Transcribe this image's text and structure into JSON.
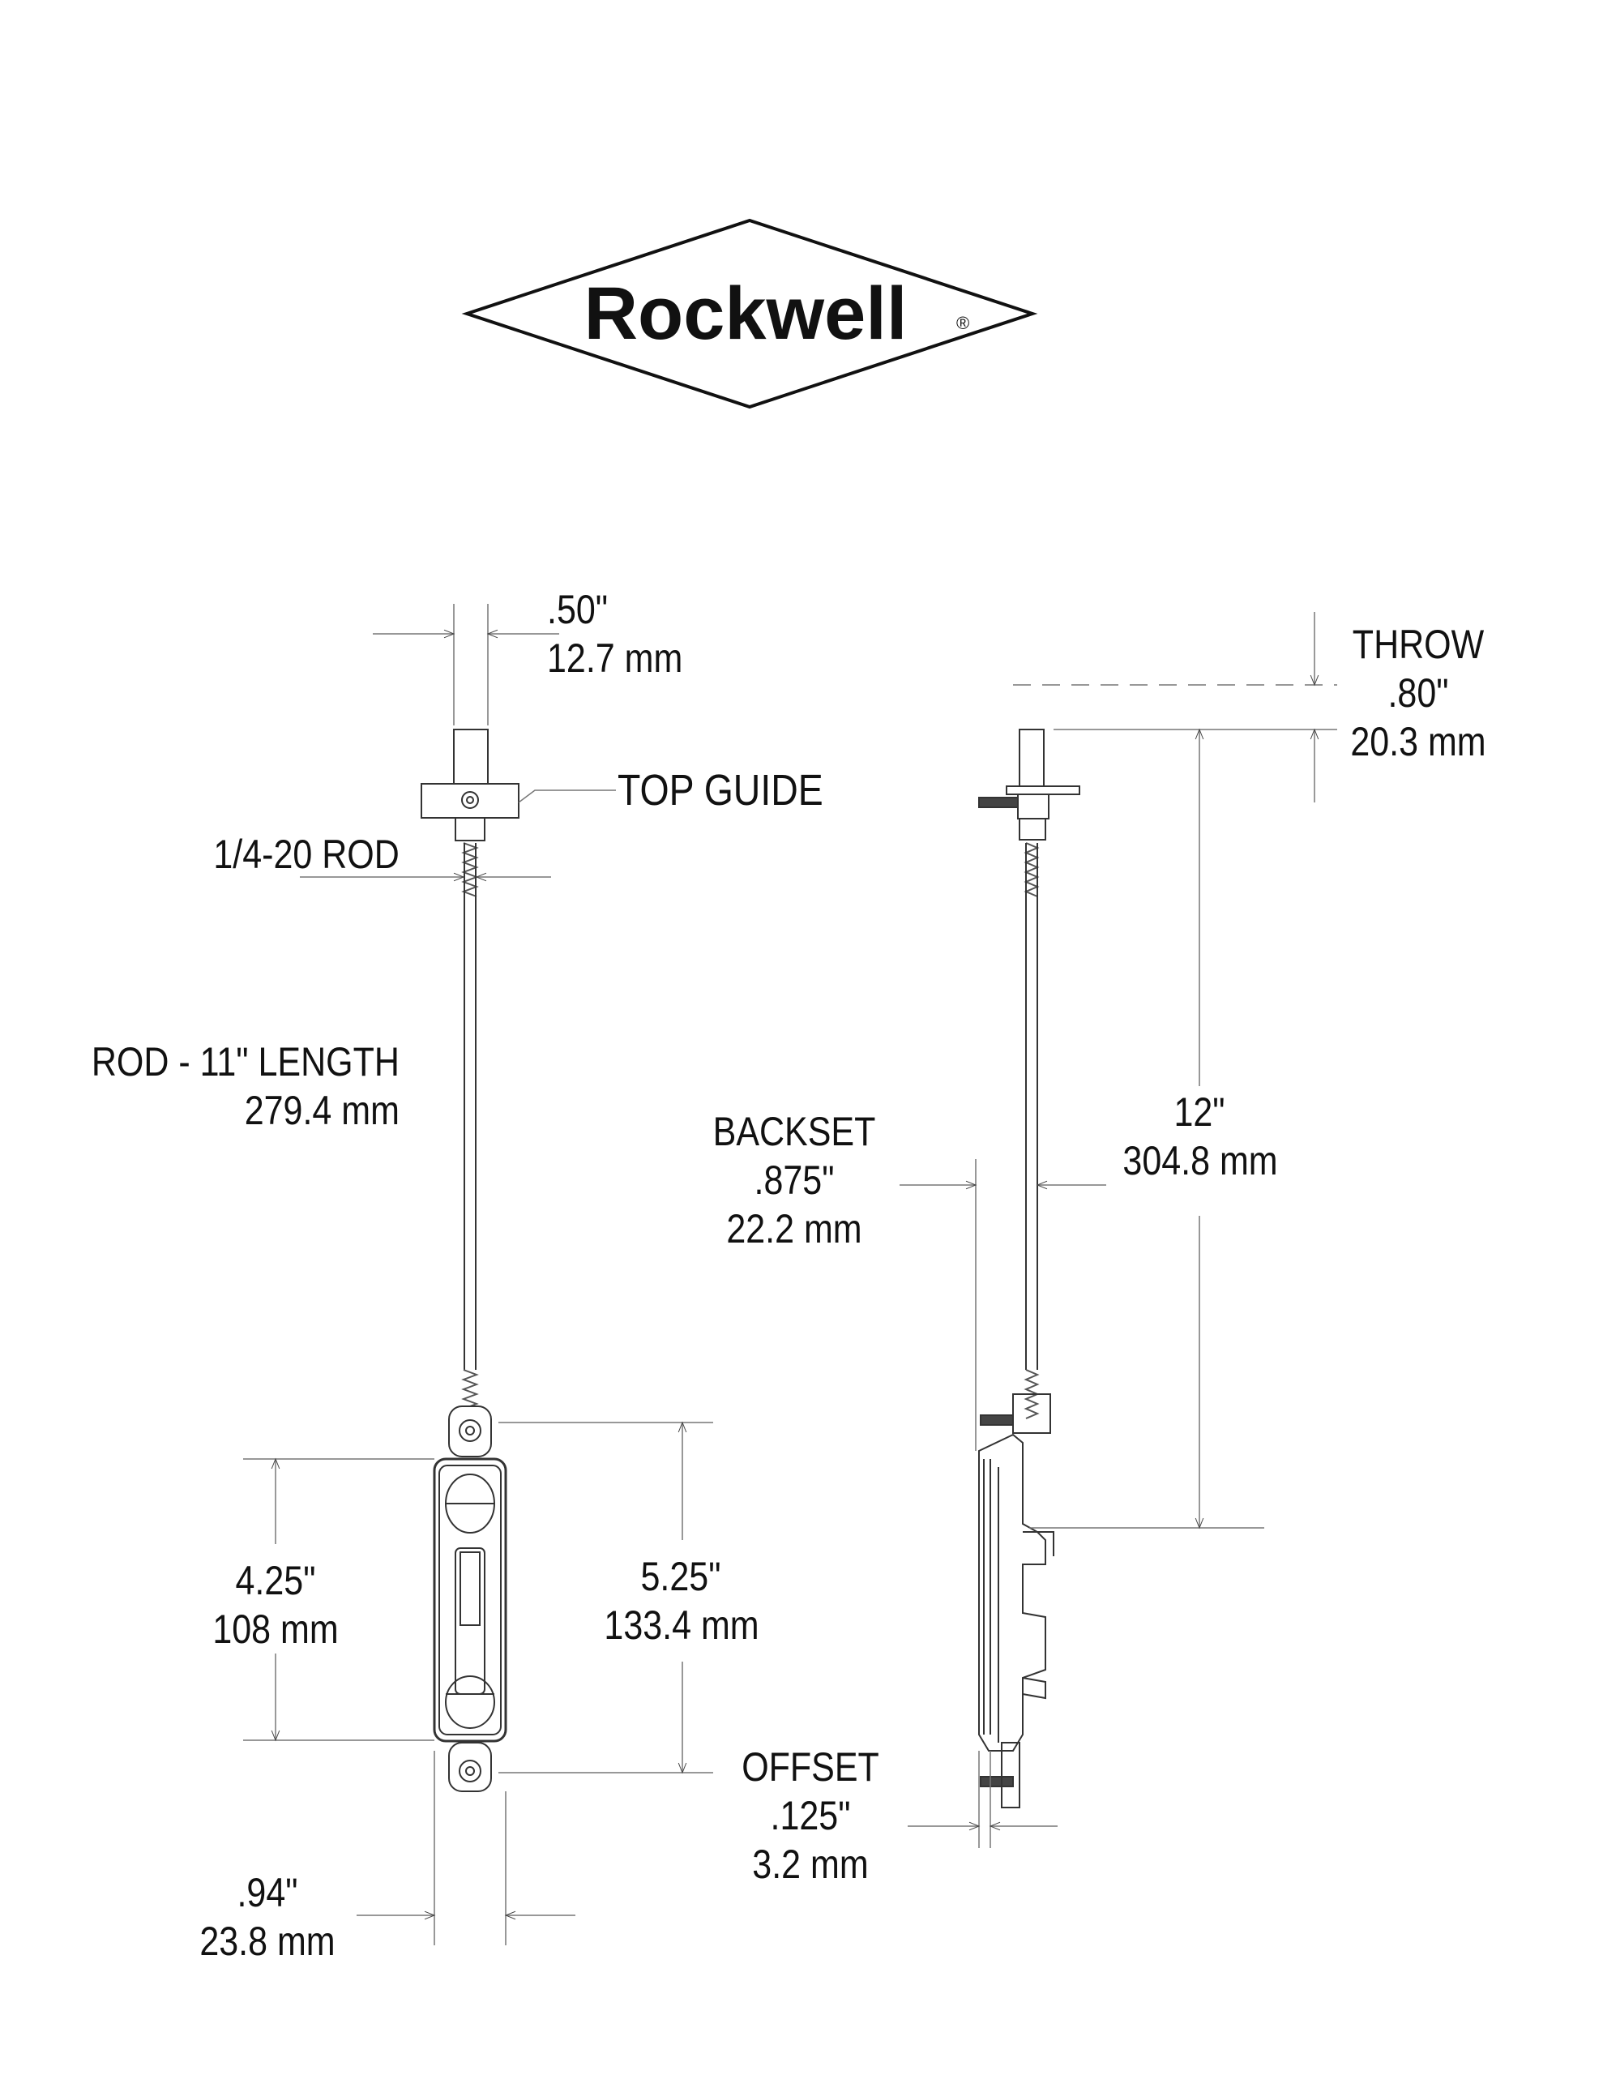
{
  "brand": {
    "logo_text": "Rockwell",
    "registered_mark": "®"
  },
  "dimensions": {
    "rod_width": {
      "imperial": ".50\"",
      "metric": "12.7 mm"
    },
    "top_guide": {
      "label": "TOP GUIDE"
    },
    "rod_thread": {
      "label": "1/4-20 ROD"
    },
    "rod_length": {
      "imperial": "ROD - 11\" LENGTH",
      "metric": "279.4 mm"
    },
    "throw": {
      "label": "THROW",
      "imperial": ".80\"",
      "metric": "20.3 mm"
    },
    "overall_length": {
      "imperial": "12\"",
      "metric": "304.8 mm"
    },
    "backset": {
      "label": "BACKSET",
      "imperial": ".875\"",
      "metric": "22.2 mm"
    },
    "faceplate_height": {
      "imperial": "4.25\"",
      "metric": "108 mm"
    },
    "bolt_length": {
      "imperial": "5.25\"",
      "metric": "133.4 mm"
    },
    "offset": {
      "label": "OFFSET",
      "imperial": ".125\"",
      "metric": "3.2 mm"
    },
    "faceplate_width": {
      "imperial": ".94\"",
      "metric": "23.8 mm"
    }
  }
}
